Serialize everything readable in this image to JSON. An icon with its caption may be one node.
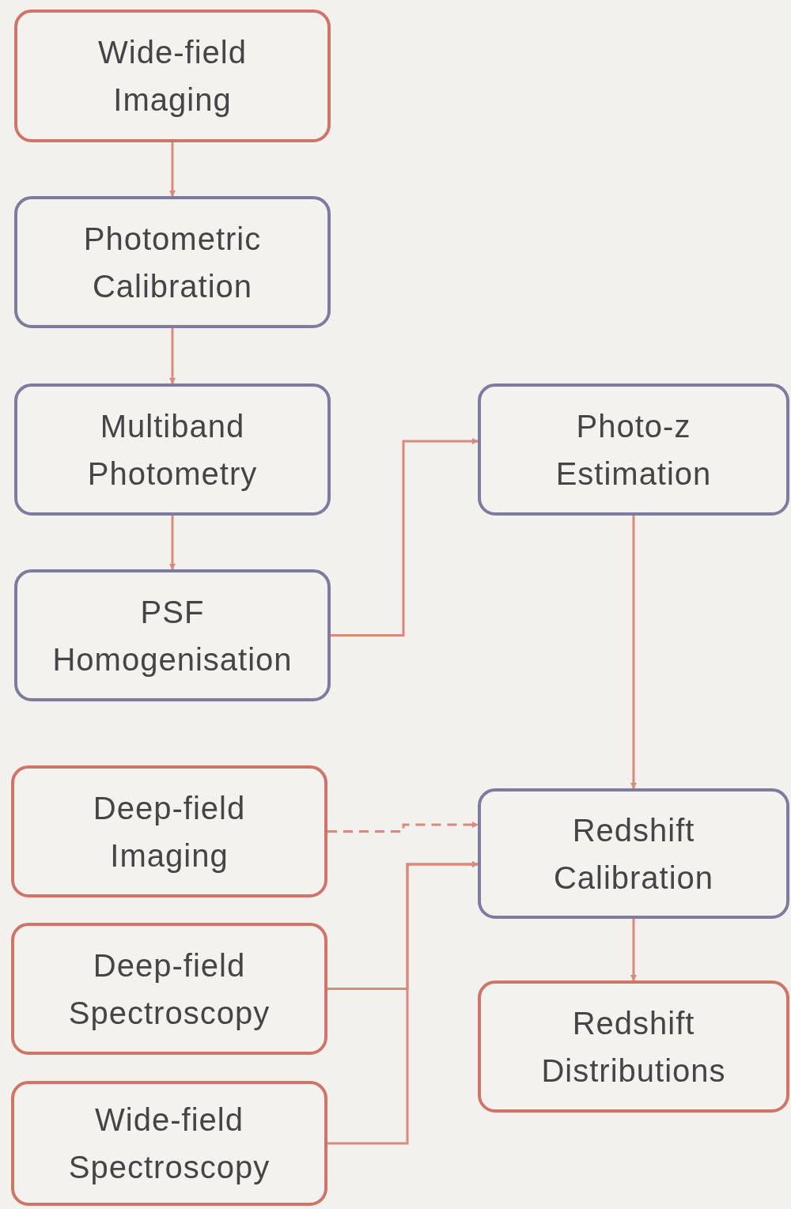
{
  "diagram": {
    "nodes": [
      {
        "text": [
          "Wide-field Imaging"
        ]
      },
      {
        "text": [
          "Photometric Calibration"
        ]
      },
      {
        "text": [
          "Multiband Photometry"
        ]
      },
      {
        "text": [
          "PSF Homogenisation"
        ]
      },
      {
        "text": [
          "Photo-z Estimation"
        ]
      },
      {
        "text": [
          "Deep-field Imaging"
        ]
      },
      {
        "text": [
          "Deep-field Spectroscopy"
        ]
      },
      {
        "text": [
          "Wide-field Spectroscopy"
        ]
      },
      {
        "text": [
          "Redshift Calibration"
        ]
      },
      {
        "text": [
          "Redshift Distributions"
        ]
      }
    ],
    "edges": [
      {
        "from": 0,
        "to": 1,
        "arrow": "to"
      },
      {
        "from": 1,
        "to": 2,
        "arrow": "to"
      },
      {
        "from": 2,
        "to": 3,
        "arrow": "to"
      },
      {
        "from": 3,
        "to": 4,
        "arrow": "to"
      },
      {
        "from": 4,
        "to": 8,
        "arrow": "to"
      },
      {
        "from": 5,
        "to": 8,
        "arrow": "to",
        "style": "dashed"
      },
      {
        "from": 6,
        "to": 8,
        "arrow": "to"
      },
      {
        "from": 7,
        "to": 8,
        "arrow": "to"
      },
      {
        "from": 8,
        "to": 9,
        "arrow": "to"
      }
    ]
  }
}
